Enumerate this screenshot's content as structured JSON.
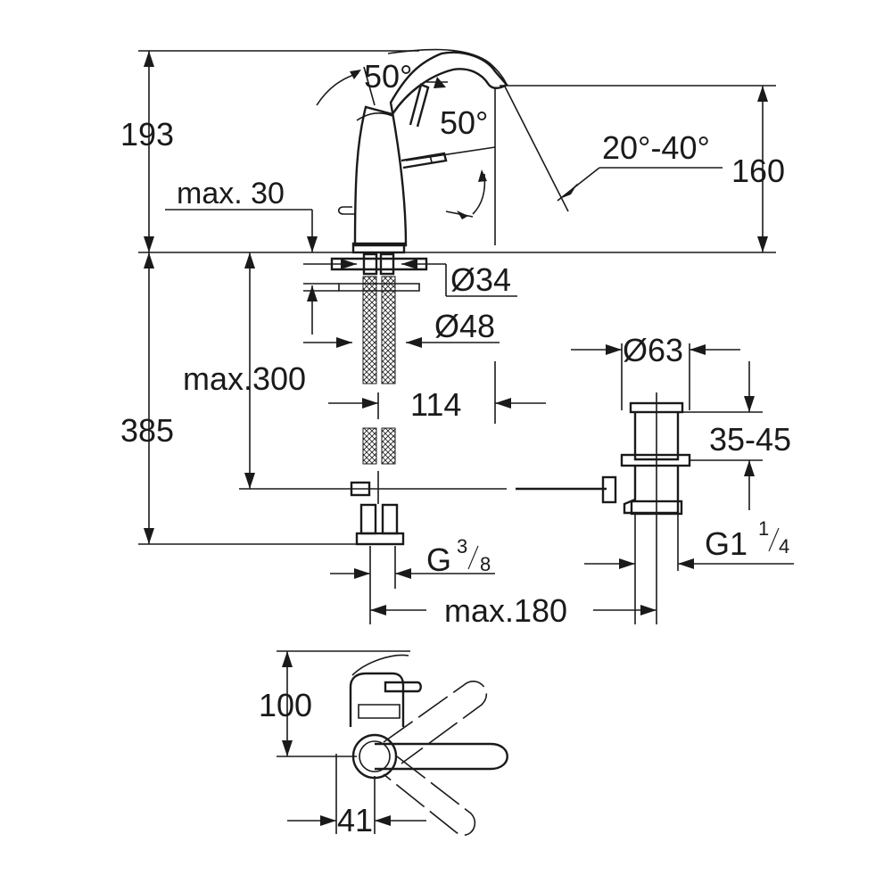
{
  "dimensions": {
    "height_total": "193",
    "height_spout": "160",
    "thickness_max": "max. 30",
    "spout_angle": "20°-40°",
    "lever_angle_top": "50°",
    "lever_angle_side": "50°",
    "hole_diameter": "Ø34",
    "flange_diameter": "Ø48",
    "hose_length": "max.300",
    "depth_below": "385",
    "distance_114": "114",
    "waste_diameter": "Ø63",
    "plug_range": "35-45",
    "thread_supply": "G",
    "thread_supply_num": "3",
    "thread_supply_den": "8",
    "thread_waste": "G1",
    "thread_waste_num": "1",
    "thread_waste_den": "4",
    "rod_length": "max.180",
    "top_view_depth": "100",
    "top_view_width": "41"
  }
}
